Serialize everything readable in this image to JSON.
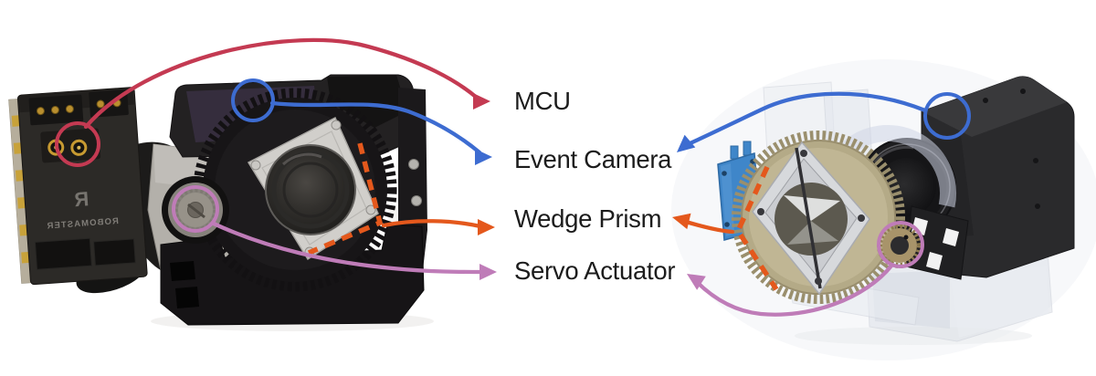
{
  "background": "#ffffff",
  "label_text_color": "#1c1c1c",
  "annotations": [
    {
      "id": "mcu",
      "label": "MCU",
      "color": "#c43a52"
    },
    {
      "id": "event-camera",
      "label": "Event Camera",
      "color": "#3d6cd1"
    },
    {
      "id": "wedge-prism",
      "label": "Wedge Prism",
      "color": "#e4581c"
    },
    {
      "id": "servo-actuator",
      "label": "Servo Actuator",
      "color": "#bf7cb8"
    }
  ],
  "left_photo": {
    "board_logo_initial": "R",
    "board_logo_text": "ROBOMASTER"
  }
}
